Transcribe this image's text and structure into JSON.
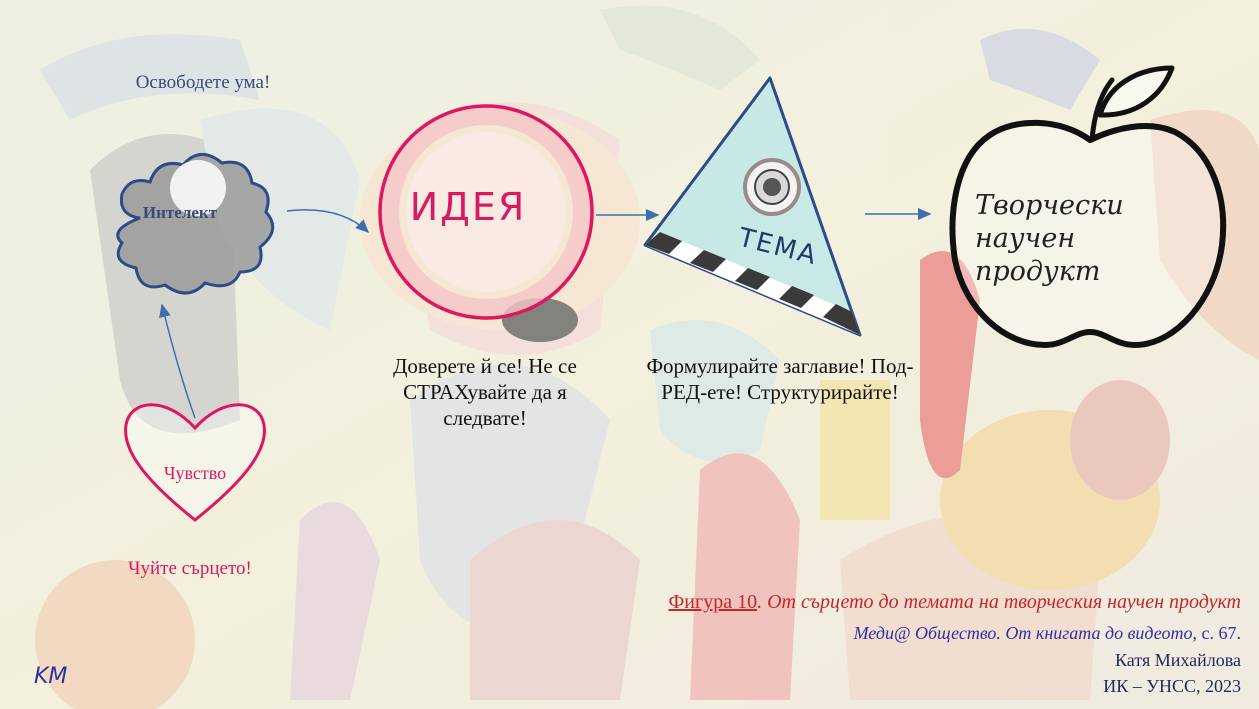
{
  "colors": {
    "pink": "#e01560",
    "navy": "#2e4a8a",
    "black": "#111111",
    "caption_red": "#c6262a",
    "source_blue": "#2f2f9e"
  },
  "nodes": {
    "free_mind": "Освободете ума!",
    "intellect": "Интелект",
    "feeling": "Чувство",
    "feel_heart": "Чуйте сърцето!",
    "idea": "ИДЕЯ",
    "theme": "ТЕМА",
    "product": "Творчески научен продукт"
  },
  "captions": {
    "idea": "Доверете й се! Не се СТРАХувайте да я следвате!",
    "theme": "Формулирайте заглавие! Под-РЕД-ете! Структурирайте!"
  },
  "figure": {
    "label": "Фигура 10",
    "title": ". От сърцето до темата на творческия научен продукт",
    "source": "Меди@ Общество. От книгата до видеото",
    "page": ", с. 67.",
    "author": "Катя Михайлова",
    "org": "ИК – УНСС, 2023",
    "initials": "KM"
  }
}
